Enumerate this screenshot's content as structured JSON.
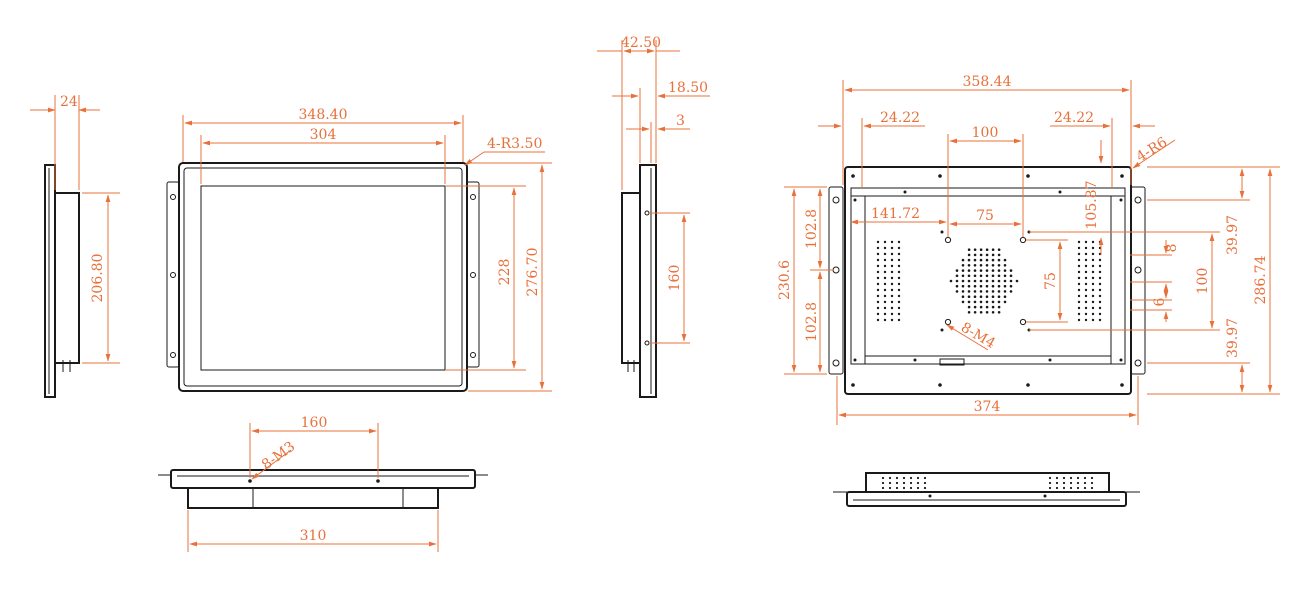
{
  "colors": {
    "outline": "#1a1a1a",
    "dimension": "#e8703a",
    "background": "#ffffff"
  },
  "labels": {
    "side_left_depth": "24",
    "side_left_height": "206.80",
    "front_outer_width": "348.40",
    "front_screen_width": "304",
    "front_corner_radius": "4-R3.50",
    "front_screen_height": "228",
    "front_outer_height": "276.70",
    "side_right_total_depth": "42.50",
    "side_right_body_depth": "18.50",
    "side_right_bezel_depth": "3",
    "side_right_hole_spacing": "160",
    "bottom_hole_spacing": "160",
    "bottom_hole_spec": "8-M3",
    "bottom_width": "310",
    "rear_bracket_width": "358.44",
    "rear_left_offset": "24.22",
    "rear_right_offset": "24.22",
    "rear_vesa_top": "100",
    "rear_corner_radius": "4-R6",
    "rear_vertical_offset": "105.87",
    "rear_horizontal_offset": "141.72",
    "rear_vesa_small": "75",
    "rear_vesa_small_vertical": "75",
    "rear_vesa_large_vertical": "100",
    "rear_left_upper": "102.8",
    "rear_left_total": "230.6",
    "rear_left_lower": "102.8",
    "rear_slot_width": "8",
    "rear_slot_height": "6",
    "rear_right_upper": "39.97",
    "rear_right_lower": "39.97",
    "rear_total_height": "286.74",
    "rear_vesa_hole_spec": "8-M4",
    "rear_total_width": "374"
  }
}
